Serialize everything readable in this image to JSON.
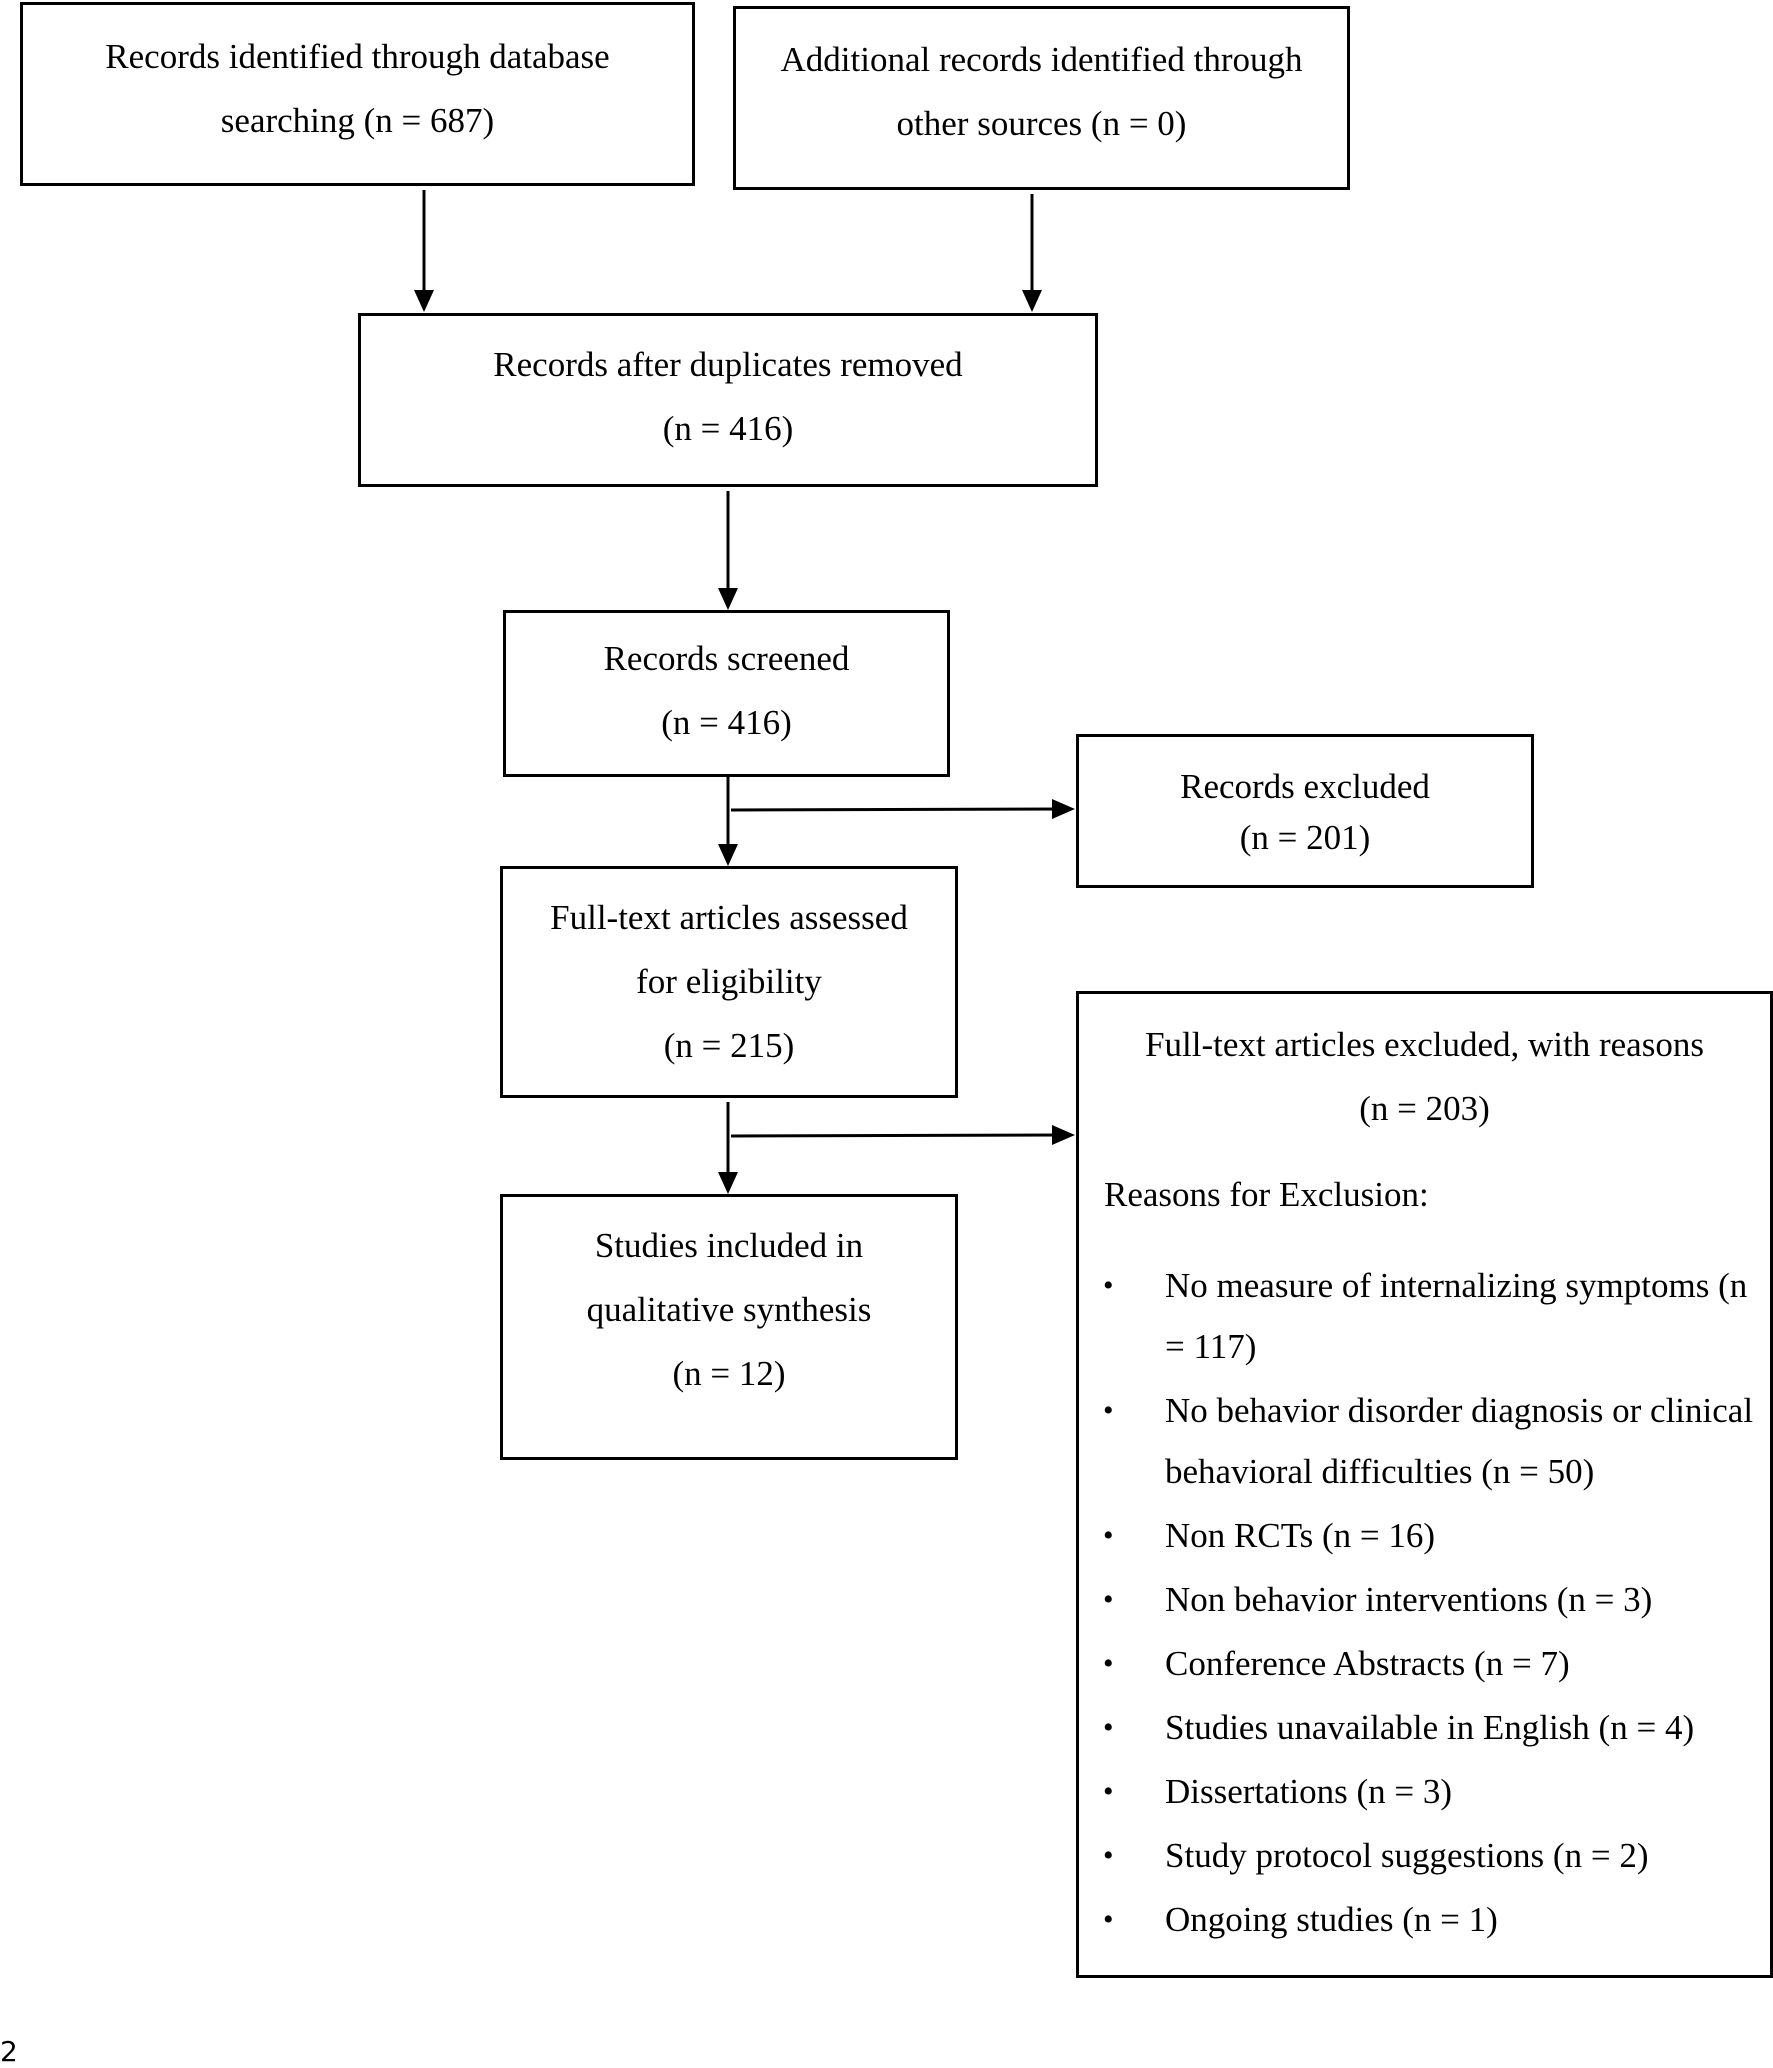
{
  "boxes": {
    "identified_db": {
      "line1": "Records identified through database",
      "line2": "searching (n = 687)"
    },
    "identified_other": {
      "line1": "Additional records identified through",
      "line2": "other sources (n = 0)"
    },
    "after_duplicates": {
      "line1": "Records after duplicates removed",
      "line2": "(n = 416)"
    },
    "screened": {
      "line1": "Records screened",
      "line2": "(n = 416)"
    },
    "records_excluded": {
      "line1": "Records excluded",
      "line2": "(n = 201)"
    },
    "fulltext_assessed": {
      "line1": "Full-text articles assessed",
      "line2": "for eligibility",
      "line3": "(n = 215)"
    },
    "included": {
      "line1": "Studies included in",
      "line2": "qualitative synthesis",
      "line3": "(n = 12)"
    },
    "fulltext_excluded": {
      "line1": "Full-text articles excluded, with reasons",
      "line2": "(n = 203)",
      "reasons_heading": "Reasons for Exclusion:",
      "reasons": [
        "No measure of internalizing symptoms (n = 117)",
        "No behavior disorder diagnosis or clinical behavioral difficulties (n = 50)",
        "Non RCTs (n = 16)",
        "Non behavior interventions (n = 3)",
        "Conference Abstracts (n = 7)",
        "Studies unavailable in English (n = 4)",
        "Dissertations (n = 3)",
        "Study protocol suggestions (n = 2)",
        "Ongoing studies (n = 1)"
      ]
    }
  },
  "bullet_glyph": "•",
  "page_number": "2"
}
